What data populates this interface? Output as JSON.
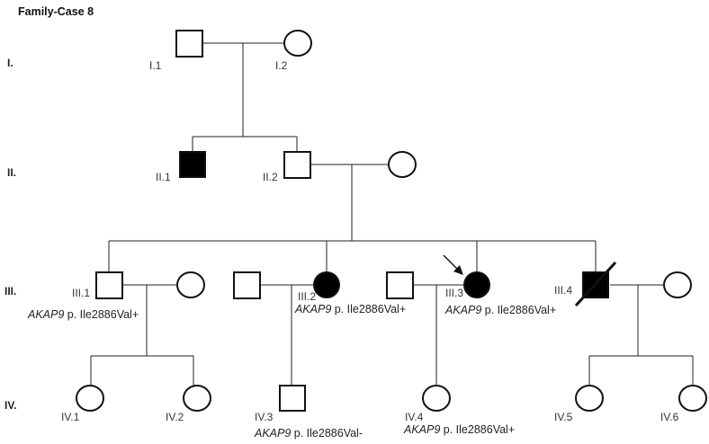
{
  "title": "Family-Case 8",
  "generations": [
    "I.",
    "II.",
    "III.",
    "IV."
  ],
  "individuals": {
    "I1": {
      "label": "I.1"
    },
    "I2": {
      "label": "I.2"
    },
    "II1": {
      "label": "II.1",
      "affected": true
    },
    "II2": {
      "label": "II.2"
    },
    "II_spouse": {
      "label": ""
    },
    "III1": {
      "label": "III.1",
      "variant_gene": "AKAP9",
      "variant_text": " p. Ile2886Val+"
    },
    "III1_spouse": {
      "label": ""
    },
    "III2_spouse": {
      "label": ""
    },
    "III2": {
      "label": "III.2",
      "affected": true,
      "variant_gene": "AKAP9",
      "variant_text": " p. Ile2886Val+"
    },
    "III3_spouse": {
      "label": ""
    },
    "III3": {
      "label": "III.3",
      "affected": true,
      "proband": true,
      "variant_gene": "AKAP9",
      "variant_text": " p. Ile2886Val+"
    },
    "III4": {
      "label": "III.4",
      "affected": true,
      "deceased": true
    },
    "III4_spouse": {
      "label": ""
    },
    "IV1": {
      "label": "IV.1"
    },
    "IV2": {
      "label": "IV.2"
    },
    "IV3": {
      "label": "IV.3",
      "variant_gene": "AKAP9",
      "variant_text": " p. Ile2886Val-"
    },
    "IV4": {
      "label": "IV.4",
      "variant_gene": "AKAP9",
      "variant_text": " p. Ile2886Val+"
    },
    "IV5": {
      "label": "IV.5"
    },
    "IV6": {
      "label": "IV.6"
    }
  }
}
